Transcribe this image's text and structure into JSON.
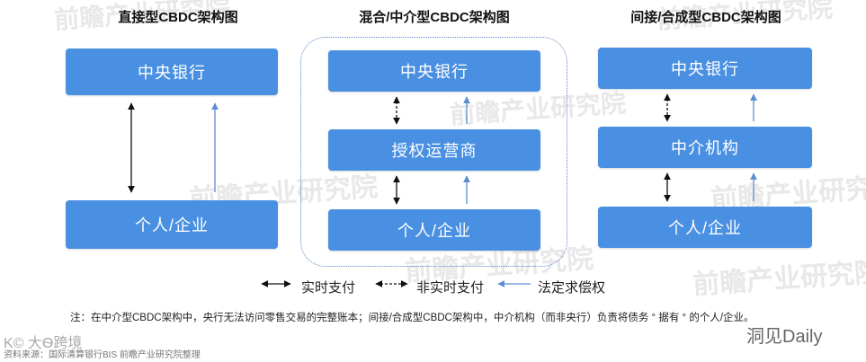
{
  "colors": {
    "box_fill": "#4a90e2",
    "box_text": "#ffffff",
    "arrow_realtime": "#111111",
    "arrow_nonrealtime": "#111111",
    "arrow_claim": "#5b8fd0",
    "group_border": "#5b87c6"
  },
  "diagrams": [
    {
      "title": "直接型CBDC架构图",
      "boxes": [
        "中央银行",
        "个人/企业"
      ]
    },
    {
      "title": "混合/中介型CBDC架构图",
      "boxes": [
        "中央银行",
        "授权运营商",
        "个人/企业"
      ]
    },
    {
      "title": "间接/合成型CBDC架构图",
      "boxes": [
        "中央银行",
        "中介机构",
        "个人/企业"
      ]
    }
  ],
  "legend": {
    "realtime": "实时支付",
    "nonrealtime": "非实时支付",
    "claim": "法定求偿权"
  },
  "note": "注：在中介型CBDC架构中，央行无法访问零售交易的完整账本；间接/合成型CBDC架构中，中介机构（而非央行）负责将债务 ° 据有 ° 的个人/企业。",
  "source": "资料来源：国际清算银行BIS 前瞻产业研究院整理",
  "watermarks": {
    "brand": "前瞻产业研究院",
    "corner": "K© 大Ѳ跨境",
    "wechat": "洞见Daily"
  }
}
